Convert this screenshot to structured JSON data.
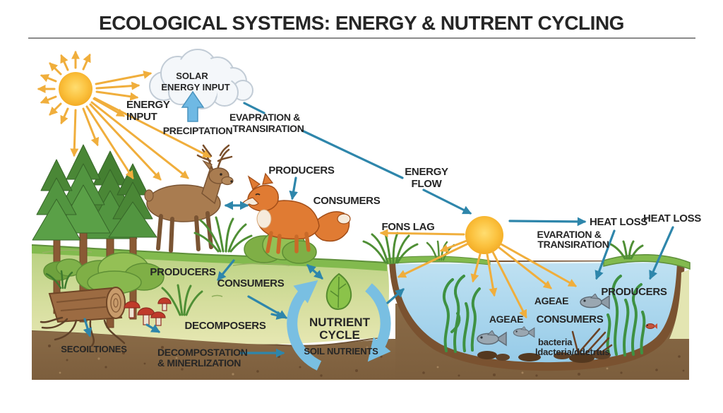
{
  "title": "ECOLOGICAL SYSTEMS: ENERGY & NUTRENT CYCLING",
  "labels": {
    "energy_input": [
      "ENERGY",
      "INPUT"
    ],
    "solar_energy_input": [
      "SOLAR",
      "ENERGY INPUT"
    ],
    "precipitation": "PRECIPTATION",
    "evapotranspiration_left": [
      "EVAPRATION &",
      "TRANSIRATION"
    ],
    "energy_flow": [
      "ENERGY",
      "FLOW"
    ],
    "producers_forest": "PRODUCERS",
    "consumers_forest": "CONSUMERS",
    "fons_lag": "FONS LAG",
    "evapotranspiration_right": [
      "EVARATION &",
      "TRANSIRATION"
    ],
    "heat_loss_1": "HEAT LOSS",
    "heat_loss_2": "HEAT LOSS",
    "producers_pond": "PRODUCERS",
    "algae_1": "AGEAE",
    "algae_2": "AGEAE",
    "consumers_pond": "CONSUMERS",
    "bacteria": [
      "bacteria",
      "ldacteria/ddetrtus"
    ],
    "producers_ground": "PRODUCERS",
    "consumers_ground": "CONSUMERS",
    "decomposers": "DECOMPOSERS",
    "secolutiones": "SECOILTIONES",
    "decomposition": [
      "DECOMPOSTATION",
      "& MINERLIZATION"
    ],
    "nutrient_cycle": [
      "NUTRIENT",
      "CYCLE"
    ],
    "soil_nutrients": "SOIL NUTRIENTS"
  },
  "icons": [
    "sun-icon",
    "cloud-icon",
    "precipitation-arrow-icon",
    "tree-icon",
    "deer-icon",
    "fox-icon",
    "bush-icon",
    "log-icon",
    "mushroom-icon",
    "grass-icon",
    "leaf-icon",
    "fish-icon",
    "seaweed-icon",
    "nutrient-cycle-icon",
    "detritus-icon"
  ],
  "colors": {
    "sun": "#F7B32B",
    "ray_arrow": "#F0AE3C",
    "blue_arrow": "#2E86AB",
    "meadow": "#C9D98E",
    "grass_strip": "#82BA4E",
    "soil": "#8A6B47",
    "water": "#A9D7EF",
    "pond_rim": "#7A5230",
    "cycle_arc": "#79BFE2"
  }
}
